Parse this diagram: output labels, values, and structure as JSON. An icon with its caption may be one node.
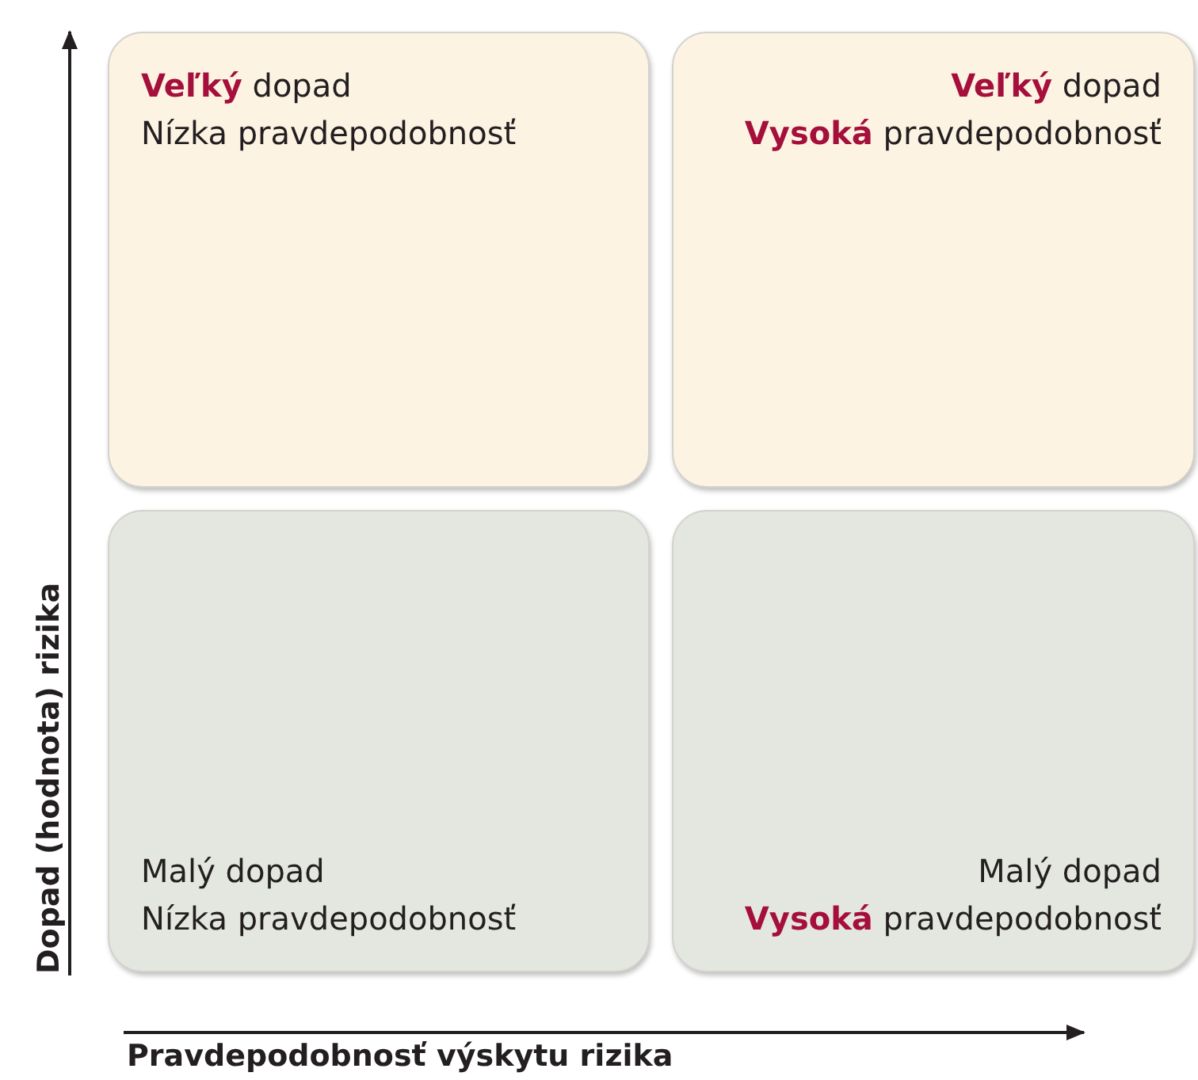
{
  "diagram": {
    "nodes": [
      {
        "text": [
          "**Veľký** dopad",
          "Nízka pravdepodobnosť"
        ]
      },
      {
        "text": [
          "**Veľký** dopad",
          "**Vysoká** pravdepodobnosť"
        ]
      },
      {
        "text": [
          "Malý dopad",
          "Nízka pravdepodobnosť"
        ]
      },
      {
        "text": [
          "Malý dopad",
          "**Vysoká** pravdepodobnosť"
        ]
      }
    ],
    "labels": [
      "Dopad (hodnota) rizika",
      "Pravdepodobnosť výskytu rizika"
    ]
  }
}
